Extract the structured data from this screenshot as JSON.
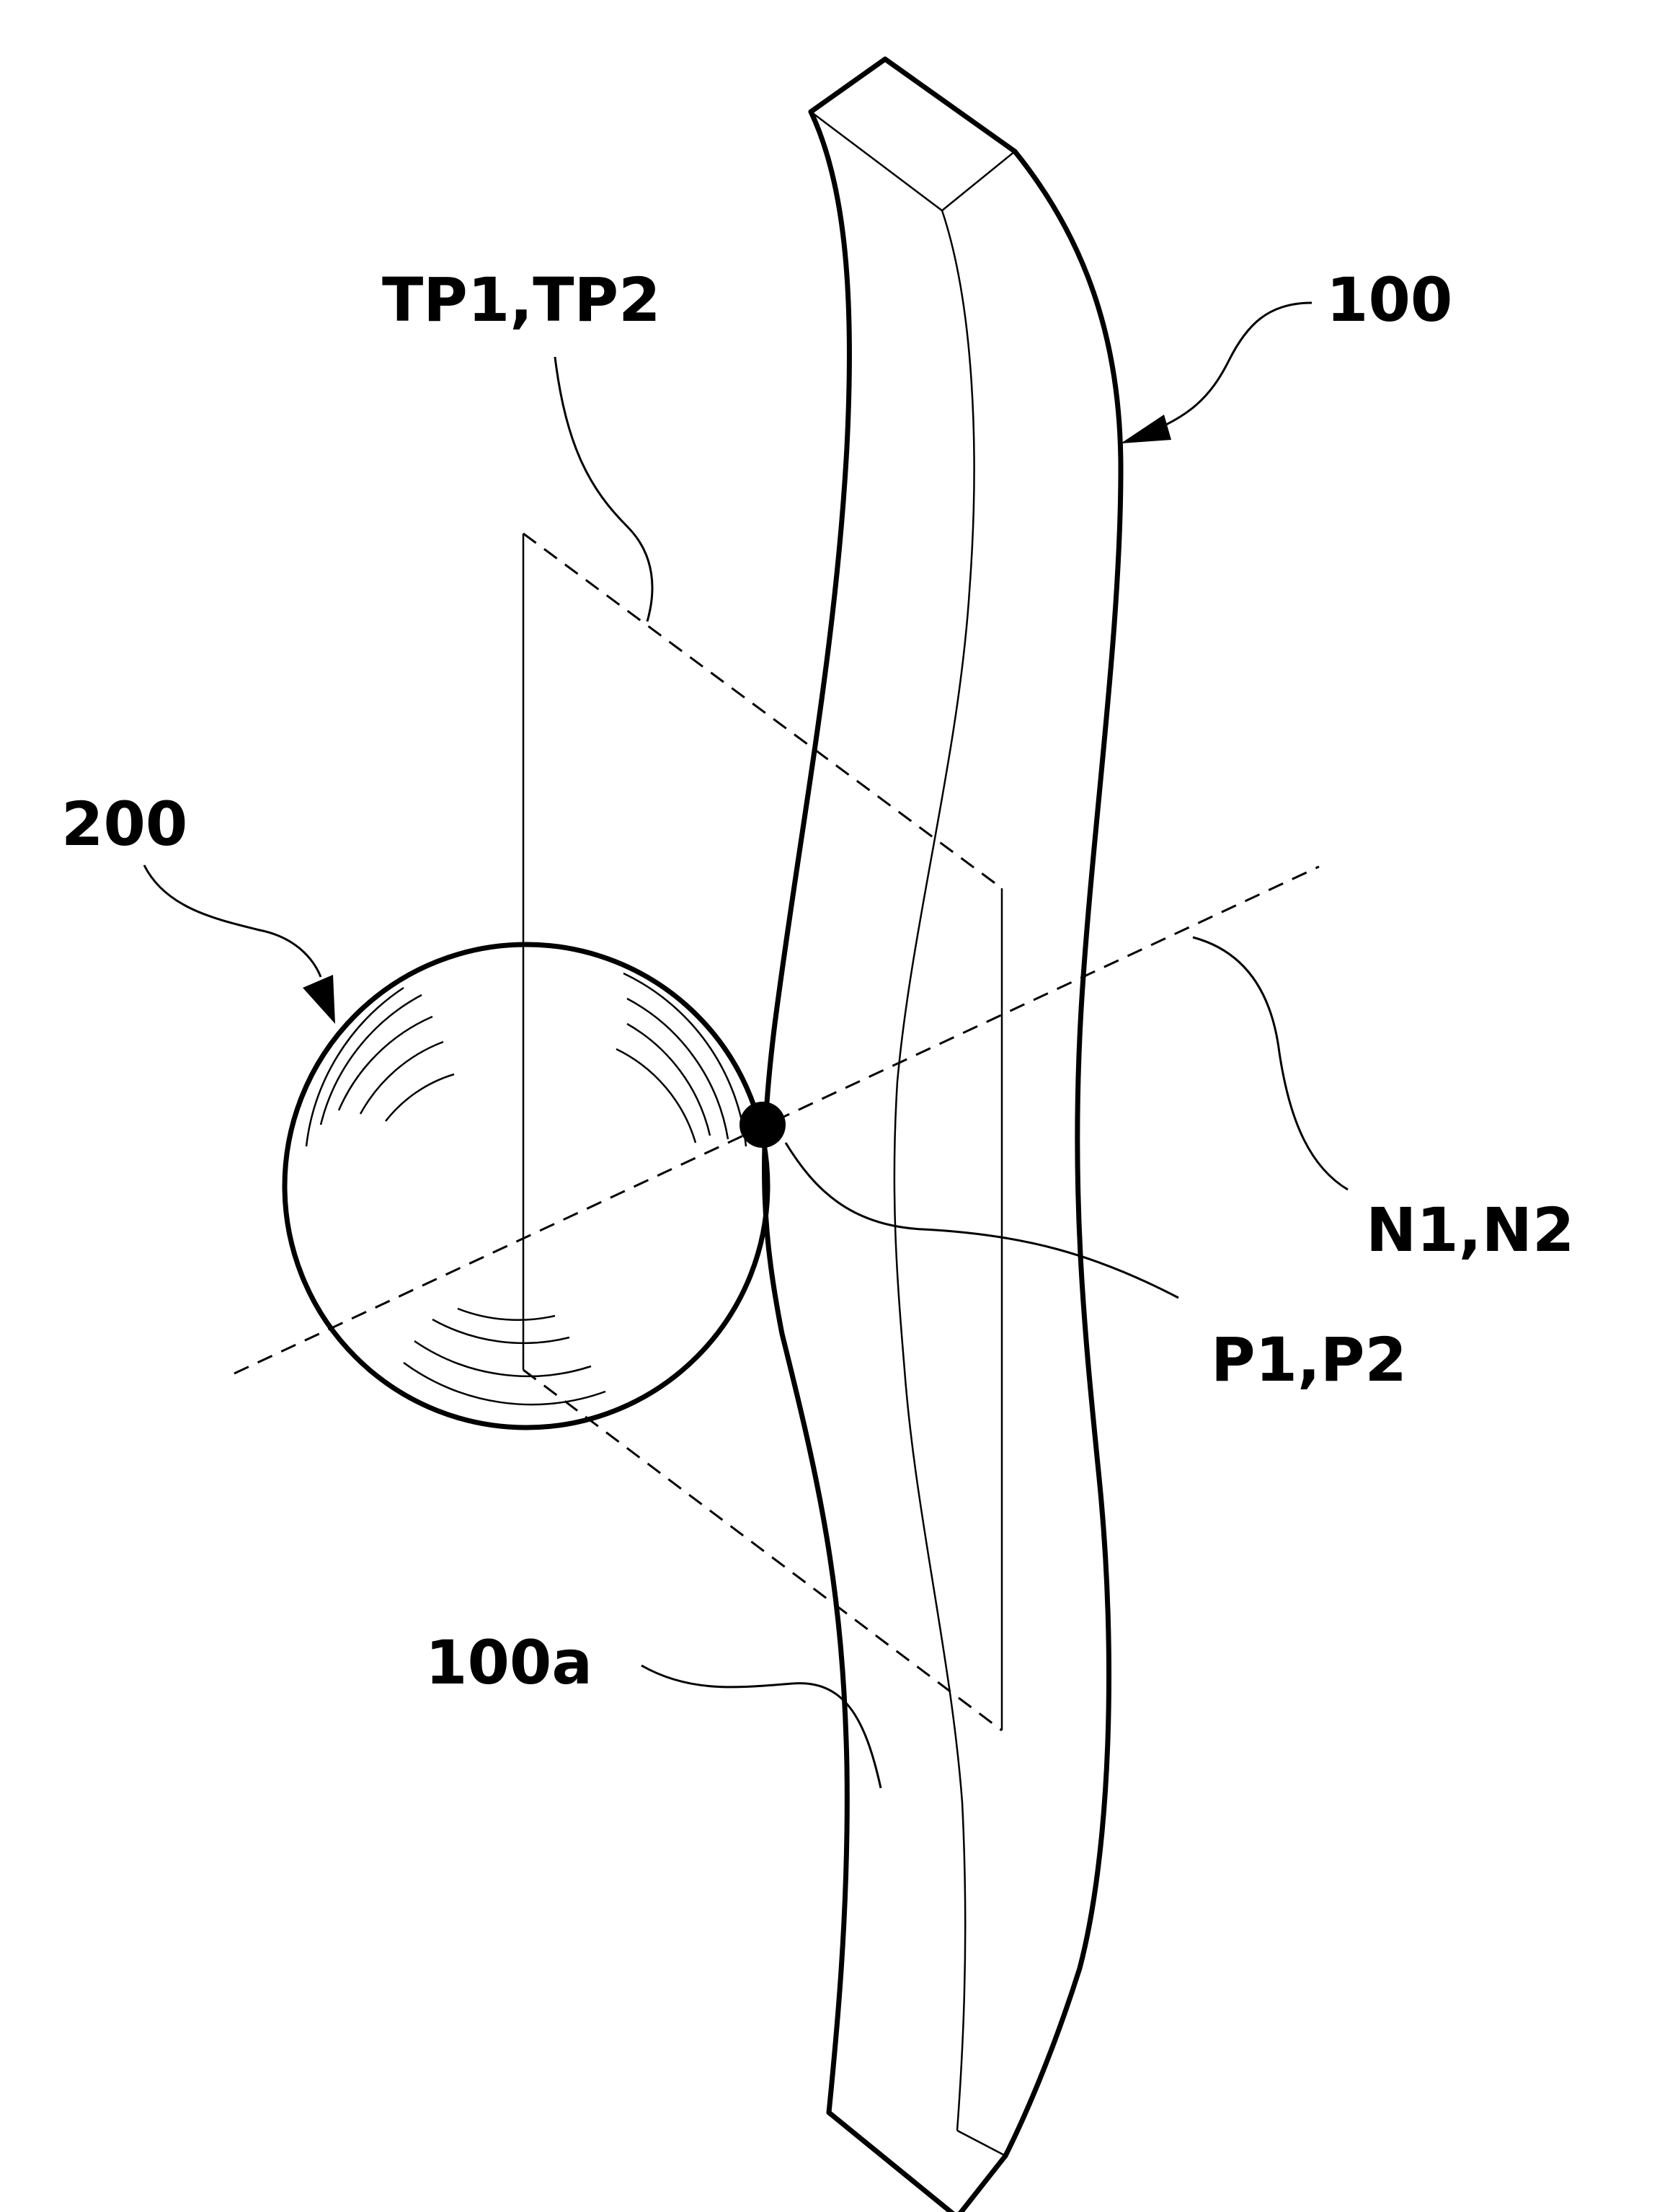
{
  "labels": {
    "plate": "100",
    "plate_surface": "100a",
    "sphere": "200",
    "tangent_planes": "TP1,TP2",
    "normals": "N1,N2",
    "contact_points": "P1,P2"
  },
  "colors": {
    "ink": "#000000",
    "paper": "#ffffff"
  }
}
